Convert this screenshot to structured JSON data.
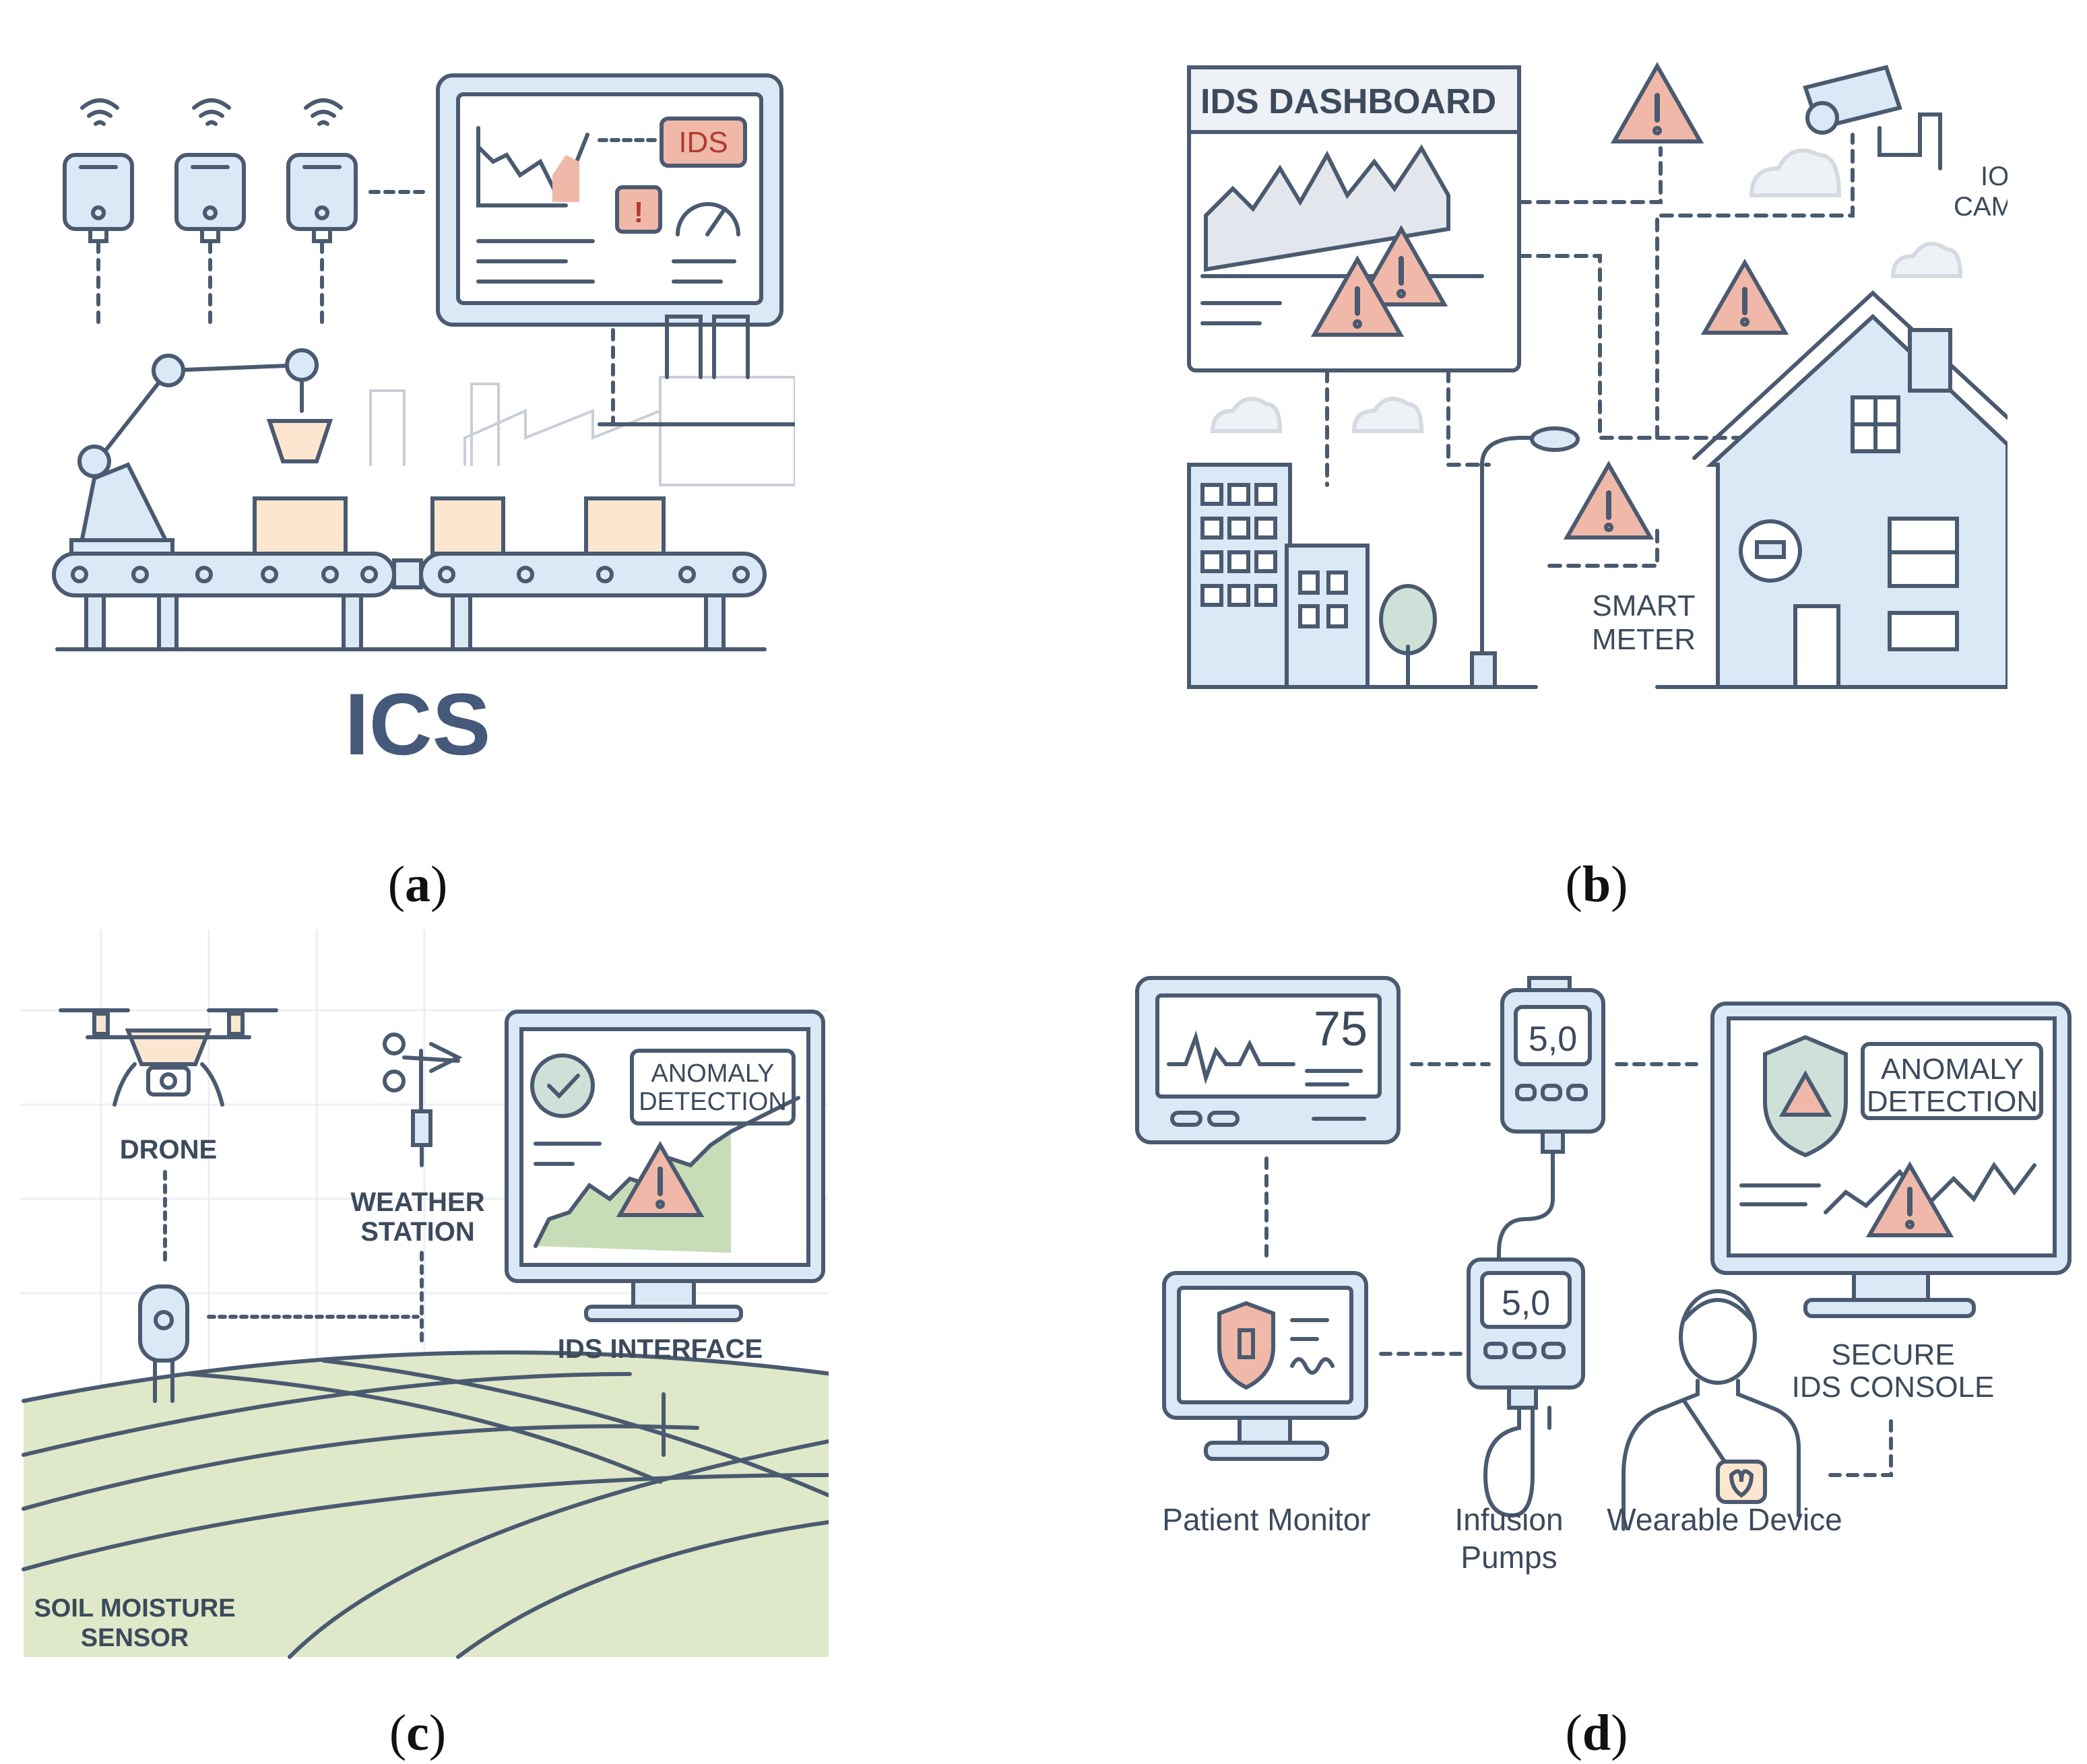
{
  "panel_a": {
    "ids_badge": "IDS",
    "alert_symbol": "!",
    "title": "ICS",
    "caption_letter": "a"
  },
  "panel_b": {
    "dashboard_title": "IDS DASHBOARD",
    "cam_label_1": "IO",
    "cam_label_2": "CAM",
    "meter_label_1": "SMART",
    "meter_label_2": "METER",
    "caption_letter": "b"
  },
  "panel_c": {
    "drone_label": "DRONE",
    "weather_label_1": "WEATHER",
    "weather_label_2": "STATION",
    "anomaly_1": "ANOMALY",
    "anomaly_2": "DETECTION",
    "interface_label": "IDS INTERFACE",
    "soil_label_1": "SOIL MOISTURE",
    "soil_label_2": "SENSOR",
    "caption_letter": "c"
  },
  "panel_d": {
    "heart_rate": "75",
    "pump_reading_top": "5,0",
    "pump_reading_bottom": "5,0",
    "anomaly_1": "ANOMALY",
    "anomaly_2": "DETECTION",
    "console_label_1": "SECURE",
    "console_label_2": "IDS CONSOLE",
    "patient_monitor_label": "Patient Monitor",
    "infusion_label_1": "Infusion",
    "infusion_label_2": "Pumps",
    "wearable_label": "Wearable Device",
    "caption_letter": "d"
  },
  "colors": {
    "line": "#4a5a70",
    "alert": "#f0b8a8",
    "box": "#fde6cf",
    "device": "#dbe8f5",
    "field": "#dfe8c8"
  }
}
